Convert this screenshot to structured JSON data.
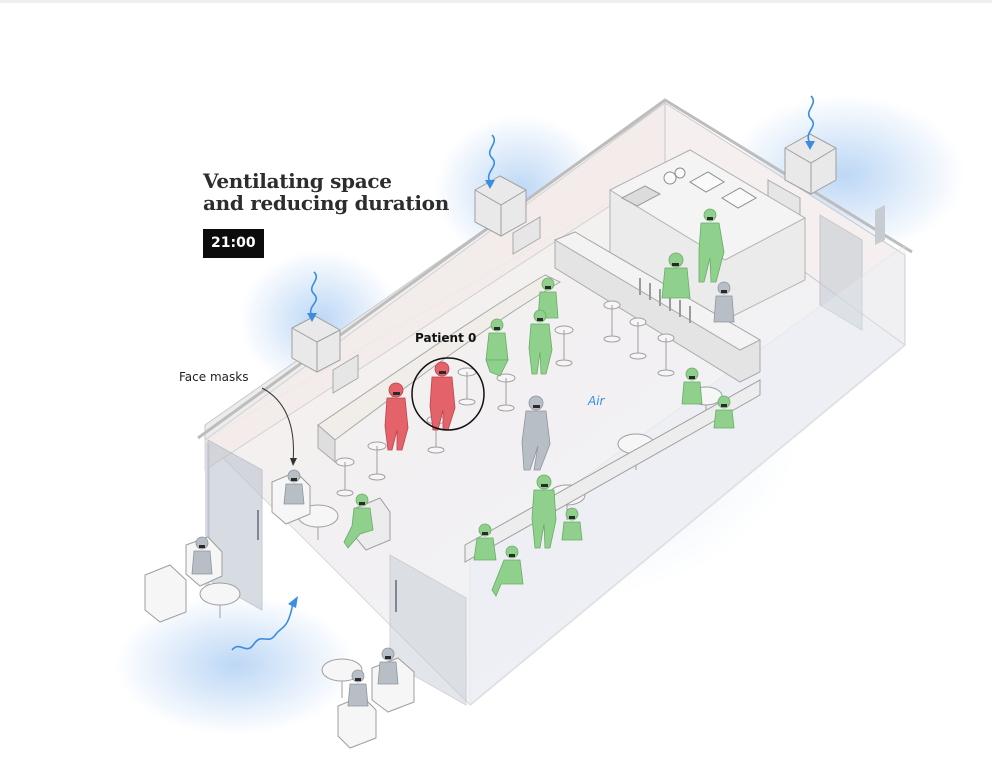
{
  "title": {
    "line1": "Ventilating space",
    "line2": "and reducing duration"
  },
  "time": "21:00",
  "labels": {
    "patient": "Patient 0",
    "masks": "Face masks",
    "air": "Air"
  },
  "colors": {
    "infected": "#e4636b",
    "masked_person": "#8fd18c",
    "unmasked_person": "#b8bec6",
    "air_flow": "#3b8de0",
    "fresh_air_glow": "#c9def7"
  }
}
